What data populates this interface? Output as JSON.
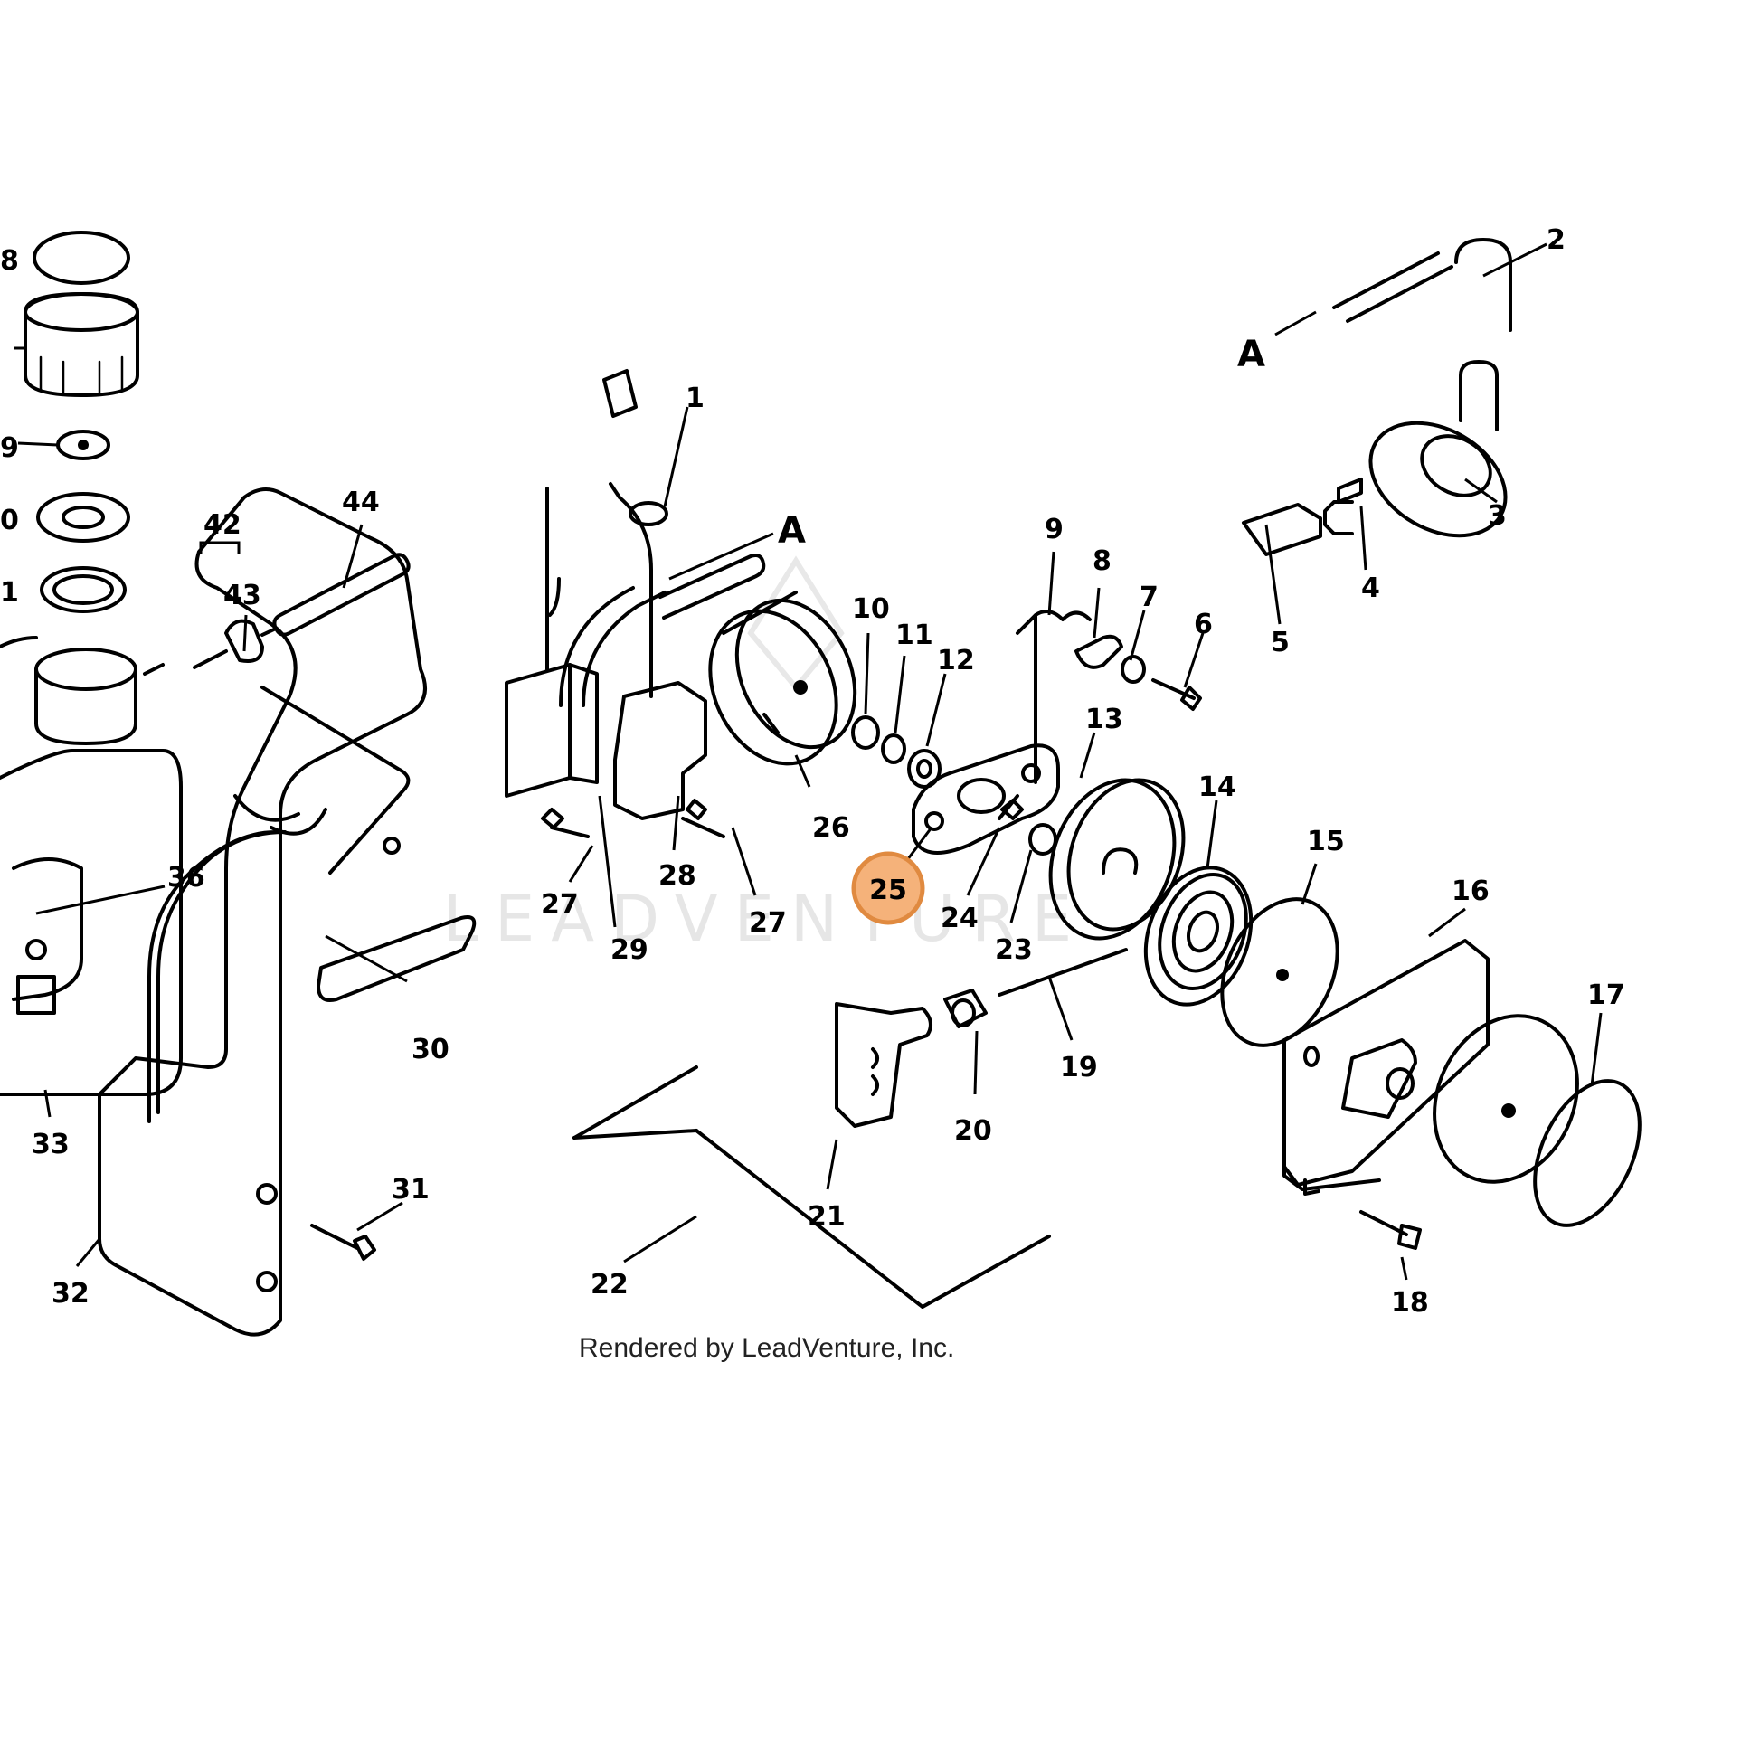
{
  "callouts": {
    "c1": "1",
    "c2": "2",
    "c3": "3",
    "c4": "4",
    "c5": "5",
    "c6": "6",
    "c7": "7",
    "c8": "8",
    "c9": "9",
    "c10": "10",
    "c11": "11",
    "c12": "12",
    "c13": "13",
    "c14": "14",
    "c15": "15",
    "c16": "16",
    "c17": "17",
    "c18": "18",
    "c19": "19",
    "c20": "20",
    "c21": "21",
    "c22": "22",
    "c23": "23",
    "c24": "24",
    "c25": "25",
    "c26": "26",
    "c27a": "27",
    "c27b": "27",
    "c28": "28",
    "c29": "29",
    "c30": "30",
    "c31": "31",
    "c32": "32",
    "c33": "33",
    "c36": "36",
    "c42": "42",
    "c43": "43",
    "c44": "44",
    "cL38": "8",
    "cL39": "9",
    "cL40": "0",
    "cL41": "1",
    "refA1": "A",
    "refA2": "A"
  },
  "highlight": {
    "label": "25",
    "color": "#f0a060",
    "border": "#e08a40"
  },
  "credit": "Rendered by LeadVenture, Inc.",
  "watermark": "LEADVENTURE"
}
